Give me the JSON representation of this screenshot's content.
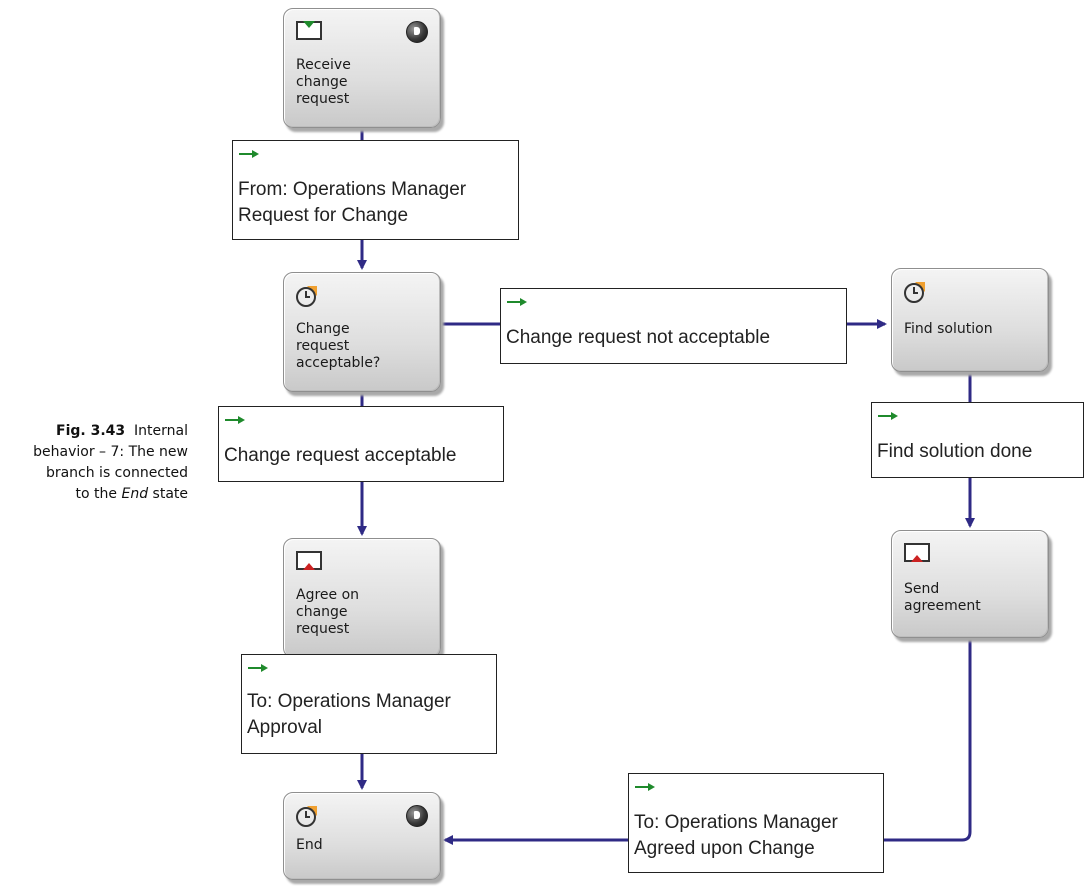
{
  "caption": {
    "fig_label": "Fig. 3.43",
    "line1": "Internal",
    "line2": "behavior – 7: The new",
    "line3": "branch is connected",
    "line4_prefix": "to the",
    "line4_em": "End",
    "line4_suffix": "state"
  },
  "states": {
    "receive": {
      "line1": "Receive",
      "line2": "change",
      "line3": "request",
      "icon": "receive-message-icon"
    },
    "check": {
      "line1": "Change",
      "line2": "request",
      "line3": "acceptable?",
      "icon": "clock-icon"
    },
    "agree": {
      "line1": "Agree on",
      "line2": "change",
      "line3": "request",
      "icon": "send-message-icon"
    },
    "end": {
      "line1": "End",
      "icon": "clock-icon"
    },
    "find": {
      "line1": "Find solution",
      "icon": "clock-icon"
    },
    "send": {
      "line1": "Send",
      "line2": "agreement",
      "icon": "send-message-icon"
    }
  },
  "transitions": {
    "from_ops": {
      "line1": "From: Operations Manager",
      "line2": "Request for Change"
    },
    "not_acceptable": {
      "line1": "Change request not acceptable"
    },
    "acceptable": {
      "line1": "Change request acceptable"
    },
    "find_done": {
      "line1": "Find solution done"
    },
    "to_approval": {
      "line1": "To: Operations Manager",
      "line2": "Approval"
    },
    "to_agreed": {
      "line1": "To: Operations Manager",
      "line2": "Agreed upon Change"
    }
  },
  "colors": {
    "connector": "#2f2a85",
    "transition_arrow": "#1f8a2c",
    "clock_accent": "#f0a030"
  }
}
